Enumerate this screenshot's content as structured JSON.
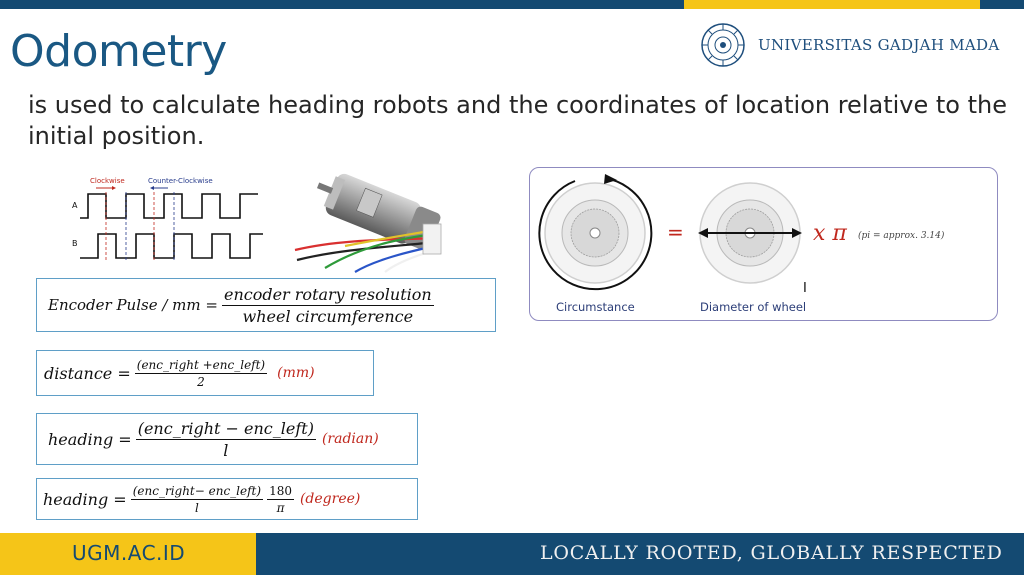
{
  "header": {
    "title": "Odometry",
    "logo_text": "UNIVERSITAS GADJAH MADA"
  },
  "subtitle": "is used to calculate heading robots and the coordinates of location relative to the initial position.",
  "waveform": {
    "label_cw": "Clockwise",
    "label_ccw": "Counter-Clockwise",
    "channel_a": "A",
    "channel_b": "B"
  },
  "formulas": {
    "f1": {
      "lhs": "Encoder Pulse  /  mm =",
      "num": "encoder rotary resolution",
      "den": "wheel circumference"
    },
    "f2": {
      "lhs": "distance =",
      "num": "(enc_right +enc_left)",
      "den": "2",
      "unit": "(mm)"
    },
    "f3": {
      "lhs": "heading =",
      "num": "(enc_right − enc_left)",
      "den": "l",
      "unit": "(radian)"
    },
    "f4": {
      "lhs": "heading =",
      "num": "(enc_right− enc_left)",
      "den": "l",
      "num2": "180",
      "den2": "π",
      "unit": "(degree)"
    }
  },
  "diagram": {
    "equals": "=",
    "times_pi": "x π",
    "pi_note": "(pi = approx. 3.14)",
    "label_left": "Circumstance",
    "label_right": "Diameter of wheel",
    "cursor": "I"
  },
  "footer": {
    "site": "UGM.AC.ID",
    "tagline": "LOCALLY ROOTED, GLOBALLY RESPECTED"
  },
  "colors": {
    "navy": "#144a72",
    "yellow": "#f5c518",
    "title_blue": "#1a5883",
    "unit_red": "#c0281e"
  }
}
